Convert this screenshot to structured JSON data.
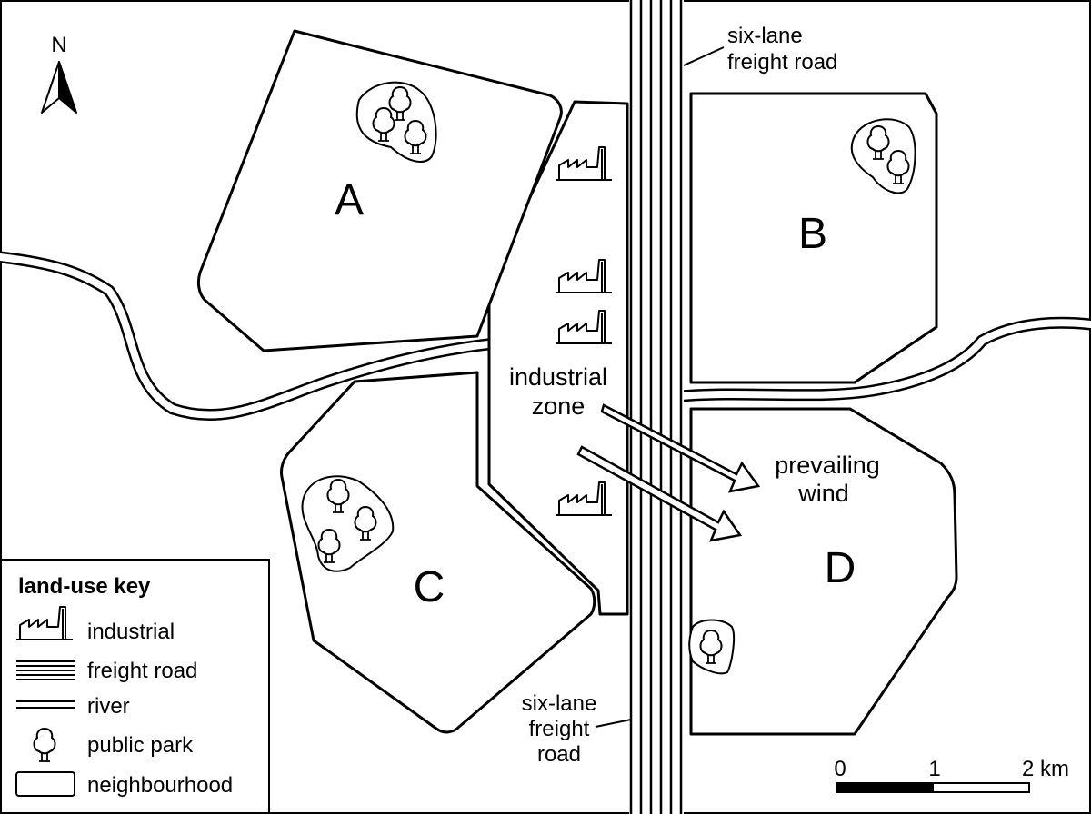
{
  "compass": {
    "label": "N"
  },
  "neighbourhoods": {
    "a": "A",
    "b": "B",
    "c": "C",
    "d": "D"
  },
  "labels": {
    "road_top": [
      "six-lane",
      "freight road"
    ],
    "road_bottom": [
      "six-lane",
      "freight",
      "road"
    ],
    "industrial_zone": [
      "industrial",
      "zone"
    ],
    "wind": [
      "prevailing",
      "wind"
    ]
  },
  "key": {
    "title": "land-use key",
    "items": [
      {
        "label": "industrial",
        "icon": "factory-icon"
      },
      {
        "label": "freight road",
        "icon": "freight-road-symbol"
      },
      {
        "label": "river",
        "icon": "river-symbol"
      },
      {
        "label": "public park",
        "icon": "tree-icon"
      },
      {
        "label": "neighbourhood",
        "icon": "neighbourhood-symbol"
      }
    ]
  },
  "scale": {
    "ticks": [
      "0",
      "1",
      "2 km"
    ]
  },
  "colors": {
    "ink": "#000000",
    "paper": "#ffffff"
  }
}
